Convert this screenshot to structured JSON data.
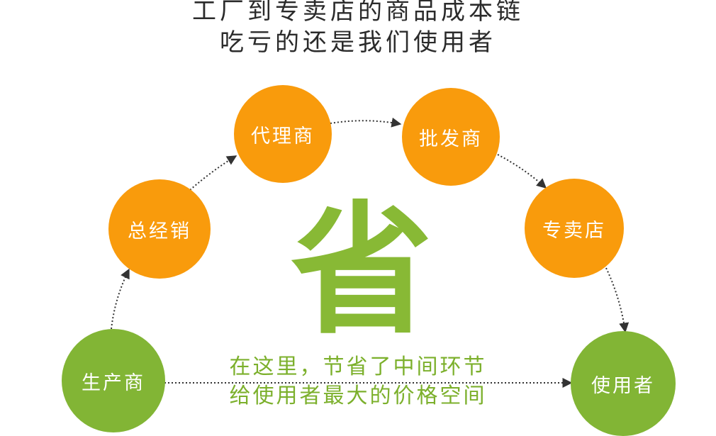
{
  "title": {
    "line1": "工厂到专卖店的商品成本链",
    "line2": "吃亏的还是我们使用者"
  },
  "nodes": {
    "producer": "生产商",
    "general_distributor": "总经销",
    "agent": "代理商",
    "wholesaler": "批发商",
    "store": "专卖店",
    "user": "使用者"
  },
  "center_char": "省",
  "note": {
    "line1": "在这里，节省了中间环节",
    "line2": "给使用者最大的价格空间"
  },
  "colors": {
    "orange": "#f99b0c",
    "green": "#82b535",
    "title": "#2b2b2b",
    "connector": "#333333"
  }
}
